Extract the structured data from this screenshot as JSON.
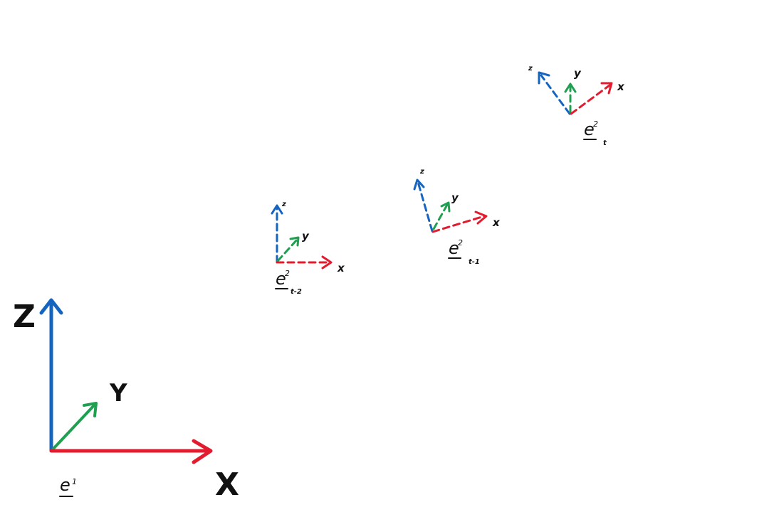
{
  "colors": {
    "x_axis": "#e21c2e",
    "y_axis": "#1ea050",
    "z_axis": "#1565c0",
    "ink": "#111111"
  },
  "world_frame": {
    "axis_x_label": "X",
    "axis_y_label": "Y",
    "axis_z_label": "Z",
    "frame_letter": "e",
    "frame_superscript": "1"
  },
  "body_frames": [
    {
      "frame_letter": "e",
      "frame_superscript": "2",
      "frame_subscript": "t-2",
      "axis_x_label": "x",
      "axis_y_label": "y",
      "axis_z_label": "z"
    },
    {
      "frame_letter": "e",
      "frame_superscript": "2",
      "frame_subscript": "t-1",
      "axis_x_label": "x",
      "axis_y_label": "y",
      "axis_z_label": "z"
    },
    {
      "frame_letter": "e",
      "frame_superscript": "2",
      "frame_subscript": "t",
      "axis_x_label": "x",
      "axis_y_label": "y",
      "axis_z_label": "z"
    }
  ]
}
